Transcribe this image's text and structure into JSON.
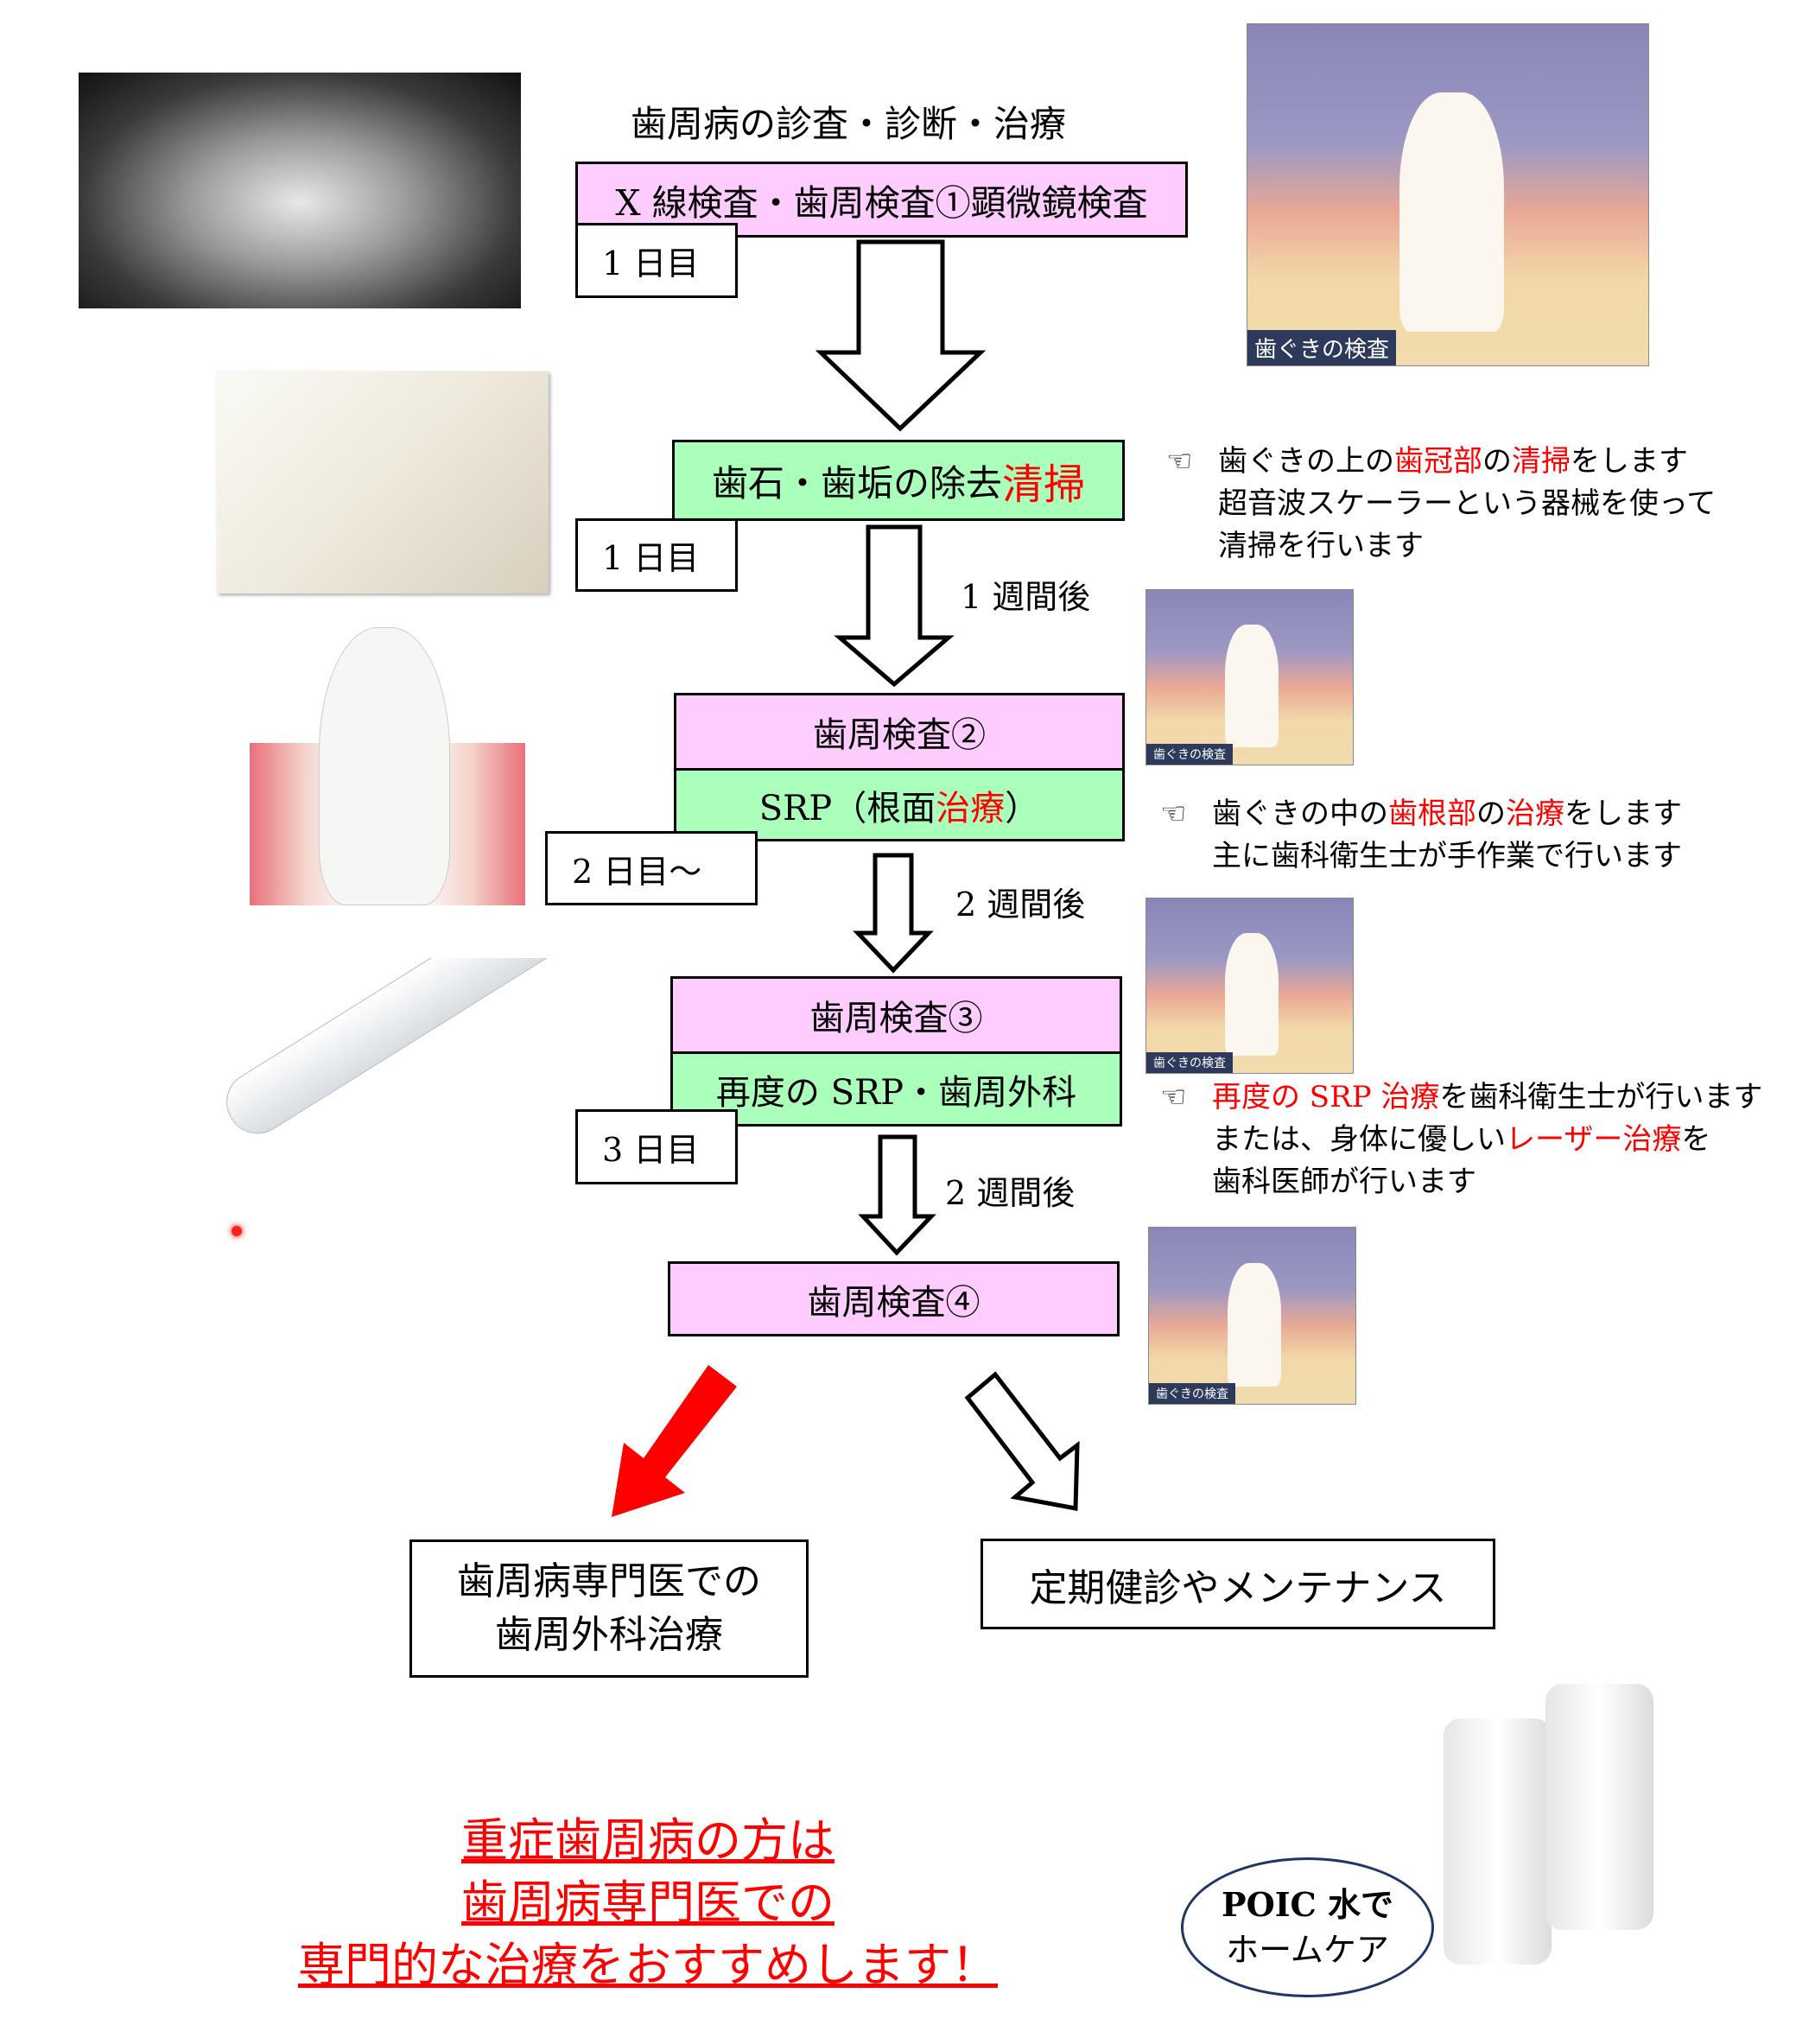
{
  "title": "歯周病の診査・診断・治療",
  "steps": {
    "step1": "X 線検査・歯周検査①顕微鏡検査",
    "step1_day": "1 日目",
    "step2_pre": "歯石・歯垢の除去",
    "step2_red": "清掃",
    "step2_day": "1 日目",
    "interval1": "1 週間後",
    "step3": "歯周検査②",
    "step3b_pre": "SRP（根面",
    "step3b_red": "治療",
    "step3b_post": "）",
    "step3_day": "2 日目～",
    "interval2": "2 週間後",
    "step4": "歯周検査③",
    "step4b": "再度の SRP・歯周外科",
    "step4_day": "3 日目",
    "interval3": "2 週間後",
    "step5": "歯周検査④"
  },
  "outcomes": {
    "specialist_line1": "歯周病専門医での",
    "specialist_line2": "歯周外科治療",
    "maintenance": "定期健診やメンテナンス"
  },
  "notes": {
    "hand_icon": "☜",
    "n1": {
      "a": "歯ぐきの上の",
      "b": "歯冠部",
      "c": "の",
      "d": "清掃",
      "e": "をします",
      "line2": "超音波スケーラーという器械を使って",
      "line3": "清掃を行います"
    },
    "n2": {
      "a": "歯ぐきの中の",
      "b": "歯根部",
      "c": "の",
      "d": "治療",
      "e": "をします",
      "line2": "主に歯科衛生士が手作業で行います"
    },
    "n3": {
      "a": "再度の SRP 治療",
      "b": "を歯科衛生士が行います",
      "line2a": "または、身体に優しい",
      "line2b": "レーザー治療",
      "line2c": "を",
      "line3": "歯科医師が行います"
    }
  },
  "recommend": {
    "line1": "重症歯周病の方は",
    "line2": "歯周病専門医での",
    "line3": "専門的な治療をおすすめします！"
  },
  "homecare": {
    "line1": "POIC 水で",
    "line2": "ホームケア"
  },
  "image_captions": {
    "gum_exam": "歯ぐきの検査"
  },
  "colors": {
    "pink": "#ffccff",
    "green": "#aaffbb",
    "accent_red": "#ff0000"
  }
}
